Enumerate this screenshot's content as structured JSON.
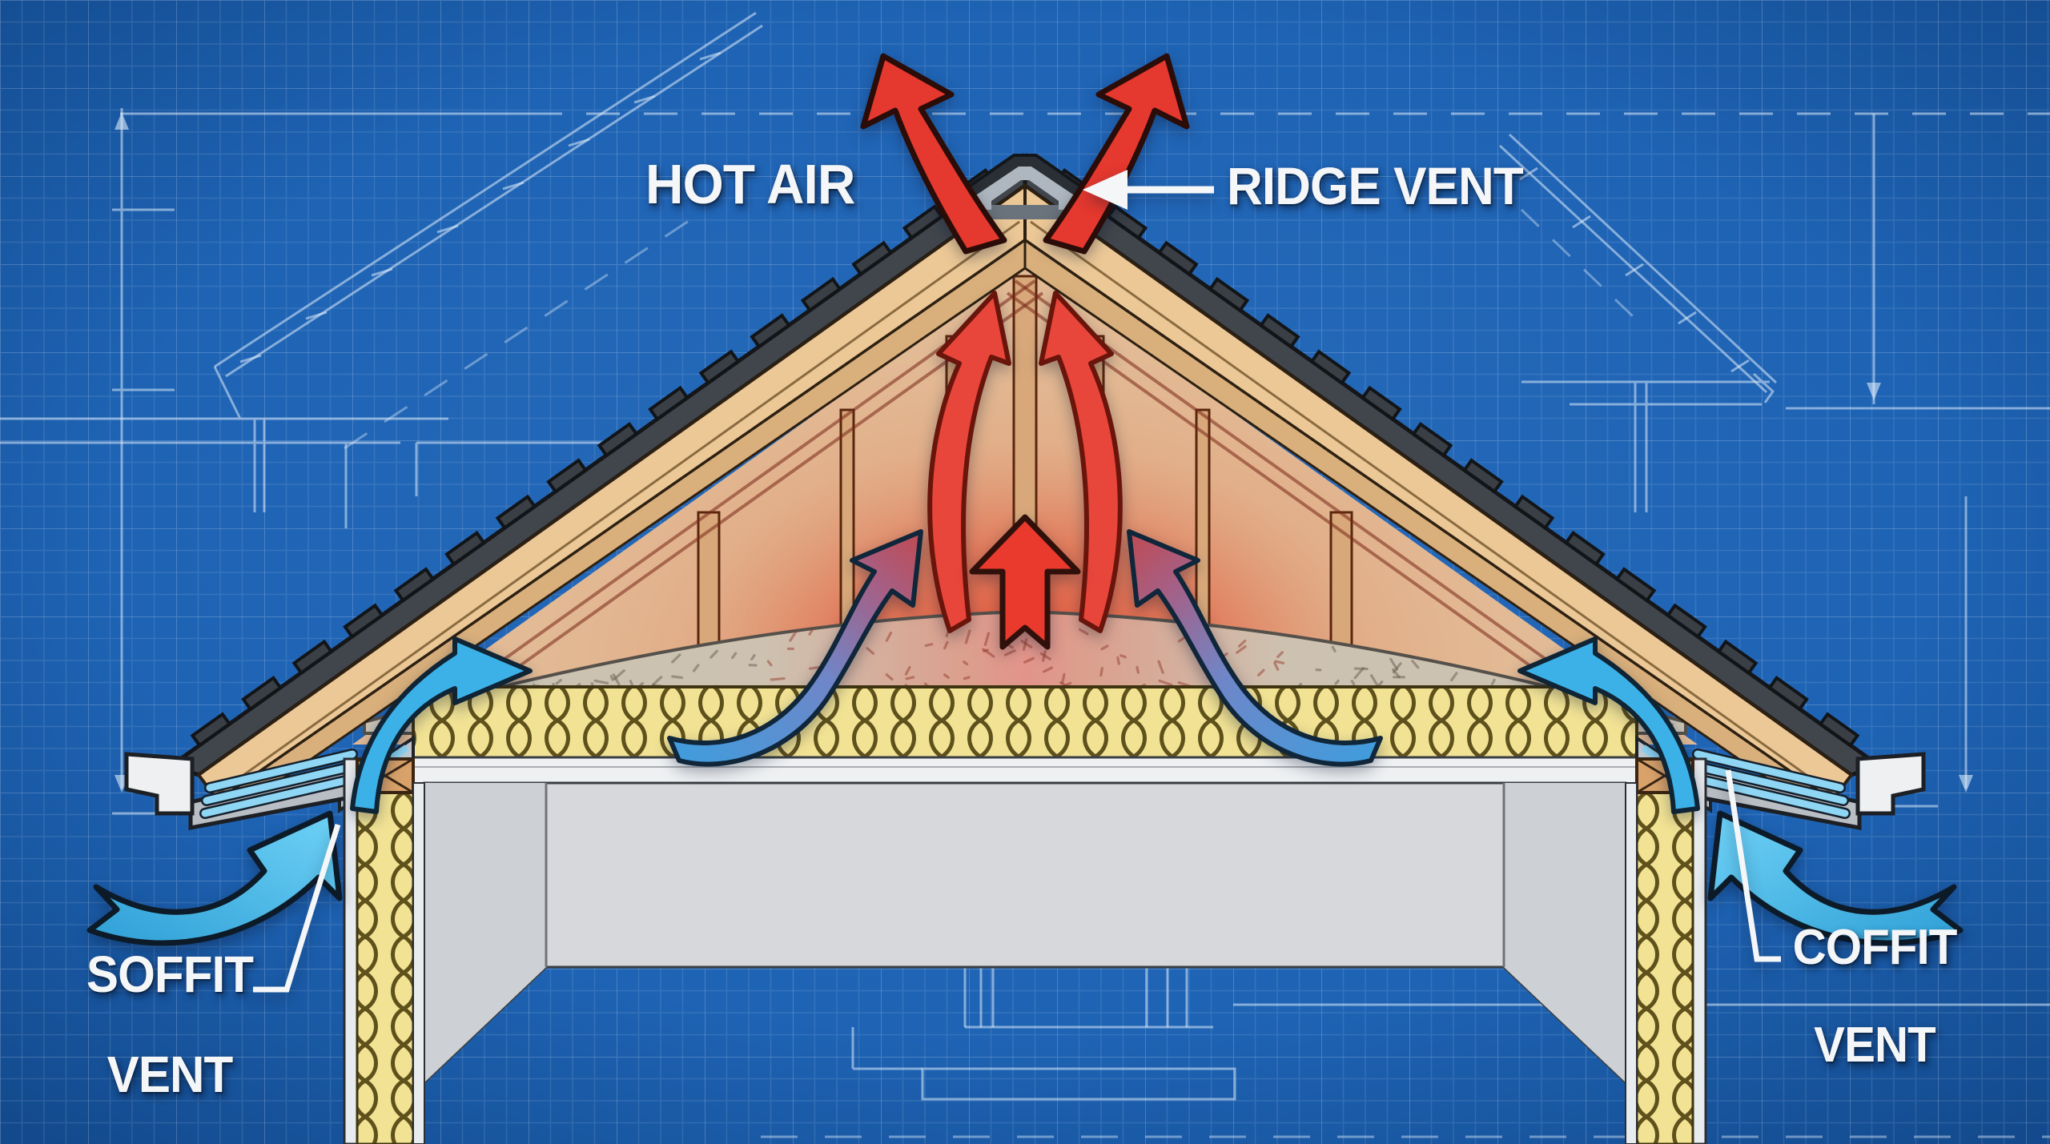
{
  "diagram": {
    "title_context": "Attic ventilation blueprint diagram",
    "labels": {
      "hot_air": "HOT AIR",
      "ridge_vent": "RIDGE VENT",
      "soffit_vent_line1": "SOFFIT",
      "soffit_vent_line2": "VENT",
      "coffit_vent_line1": "COFFIT",
      "coffit_vent_line2": "VENT"
    },
    "palette": {
      "blueprint_blue": "#1e63b4",
      "blueprint_blue_light": "#2a6fc2",
      "grid_line": "#cddcf0",
      "sketch_white": "#dcebfa",
      "hot_arrow_red": "#e5382e",
      "hot_arrow_outline": "#2a0d08",
      "cool_arrow_blue": "#3cb1e8",
      "mixed_arrow_purple": "#a65f84",
      "insulation_yellow": "#f1e294",
      "insulation_stroke": "#5f511c",
      "loose_fill_gray": "#c9c3b4",
      "loose_fill_warm": "#e2948a",
      "wood_tan": "#ecc897",
      "rafter_tan": "#d9b07c",
      "stud_tan": "#d8a87a",
      "shingle_gray": "#41464c",
      "ridge_cap_gray": "#aeb7bf",
      "ridge_cap_dark": "#2a2f35",
      "room_gray": "#d6d8db",
      "soffit_vent_blue": "#8ed6f4",
      "gutter_white": "#eef0f2",
      "label_white": "#f4f6f8"
    }
  }
}
